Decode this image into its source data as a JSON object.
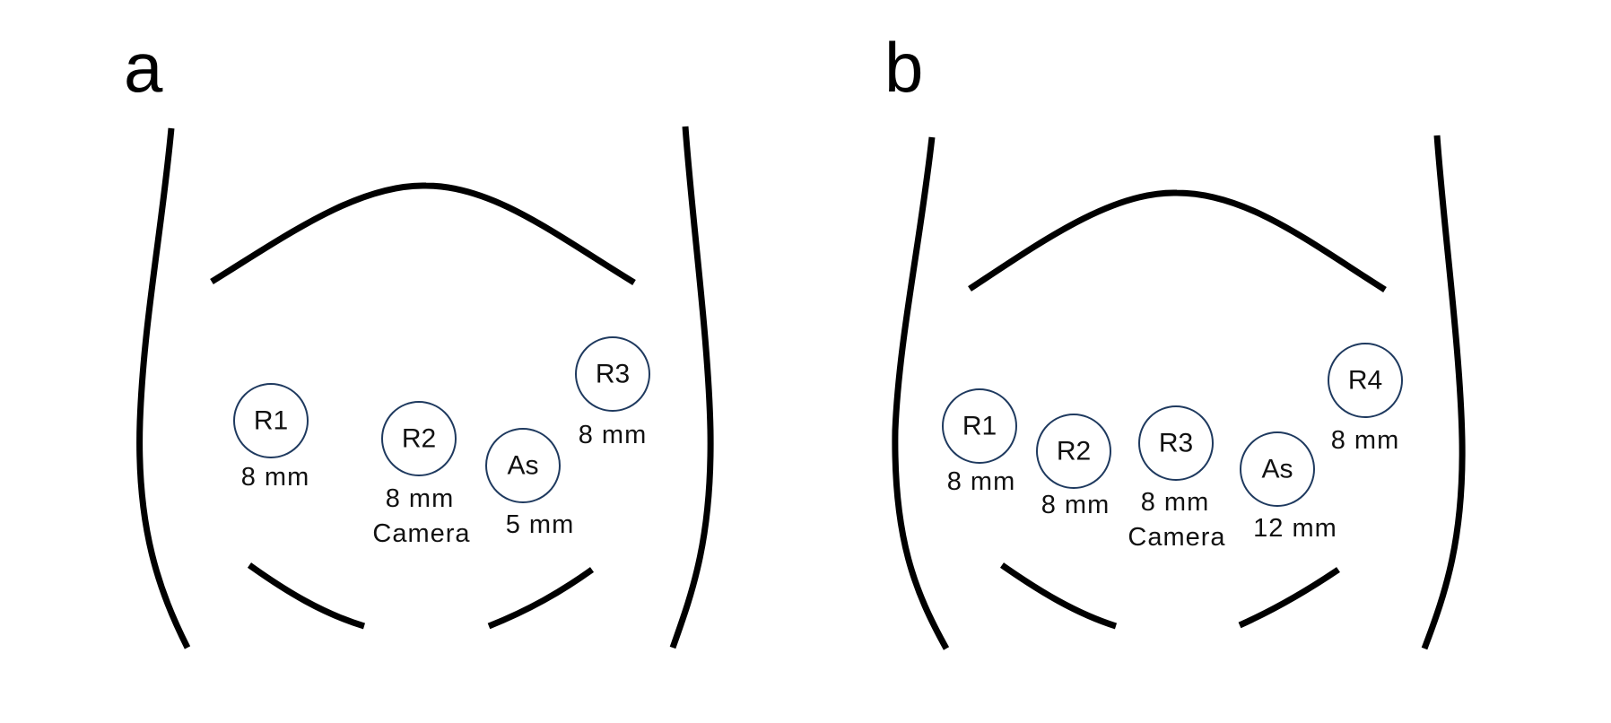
{
  "colors": {
    "outline": "#000000",
    "port_stroke": "#1f3a5f",
    "text": "#111111"
  },
  "panels": [
    {
      "letter": "a",
      "ports": [
        {
          "label": "R1",
          "size": "8 mm",
          "role": ""
        },
        {
          "label": "R2",
          "size": "8 mm",
          "role": "Camera"
        },
        {
          "label": "As",
          "size": "5 mm",
          "role": ""
        },
        {
          "label": "R3",
          "size": "8 mm",
          "role": ""
        }
      ]
    },
    {
      "letter": "b",
      "ports": [
        {
          "label": "R1",
          "size": "8 mm",
          "role": ""
        },
        {
          "label": "R2",
          "size": "8 mm",
          "role": ""
        },
        {
          "label": "R3",
          "size": "8 mm",
          "role": "Camera"
        },
        {
          "label": "As",
          "size": "12 mm",
          "role": ""
        },
        {
          "label": "R4",
          "size": "8 mm",
          "role": ""
        }
      ]
    }
  ]
}
